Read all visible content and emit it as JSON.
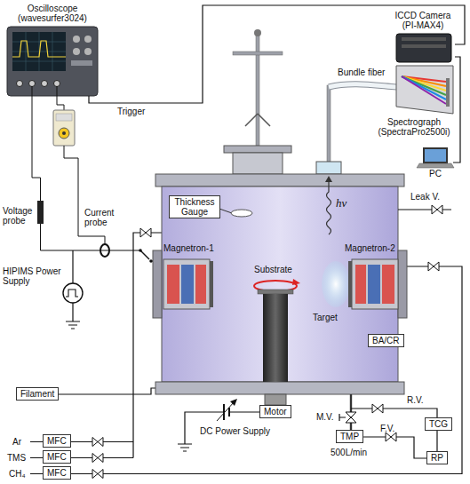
{
  "diagram": {
    "nodes": [
      {
        "text": [
          "Oscilloscope (wavesurfer3024)"
        ]
      },
      {
        "text": [
          "ICCD Camera (PI-MAX4)"
        ]
      },
      {
        "text": [
          "PC"
        ]
      },
      {
        "text": [
          "Thickness Gauge"
        ]
      },
      {
        "text": [
          "BA/CR"
        ]
      },
      {
        "text": [
          "Filament"
        ]
      },
      {
        "text": [
          "Motor"
        ]
      },
      {
        "text": [
          "TMP"
        ]
      },
      {
        "text": [
          "TCG"
        ]
      },
      {
        "text": [
          "RP"
        ]
      },
      {
        "text": [
          "MFC"
        ]
      },
      {
        "text": [
          "MFC"
        ]
      },
      {
        "text": [
          "MFC"
        ]
      }
    ],
    "edges": [
      {
        "from": 0,
        "to": 1,
        "label": "Trigger",
        "arrow": "none"
      },
      {
        "from": 1,
        "to": 2,
        "arrow": "none"
      },
      {
        "from": 7,
        "to": 9,
        "arrow": "none"
      },
      {
        "from": 8,
        "to": 9,
        "arrow": "none"
      }
    ],
    "labels": [
      "Bundle fiber",
      "Spectrograph (SpectraPro2500i)",
      "Voltage probe",
      "Current probe",
      "HIPIMS Power Supply",
      "hν",
      "Leak V.",
      "Magnetron-1",
      "Magnetron-2",
      "Substrate",
      "Target",
      "R.V.",
      "M.V.",
      "F.V.",
      "500L/min",
      "DC Power Supply",
      "Ar",
      "TMS",
      "CH₄"
    ]
  }
}
